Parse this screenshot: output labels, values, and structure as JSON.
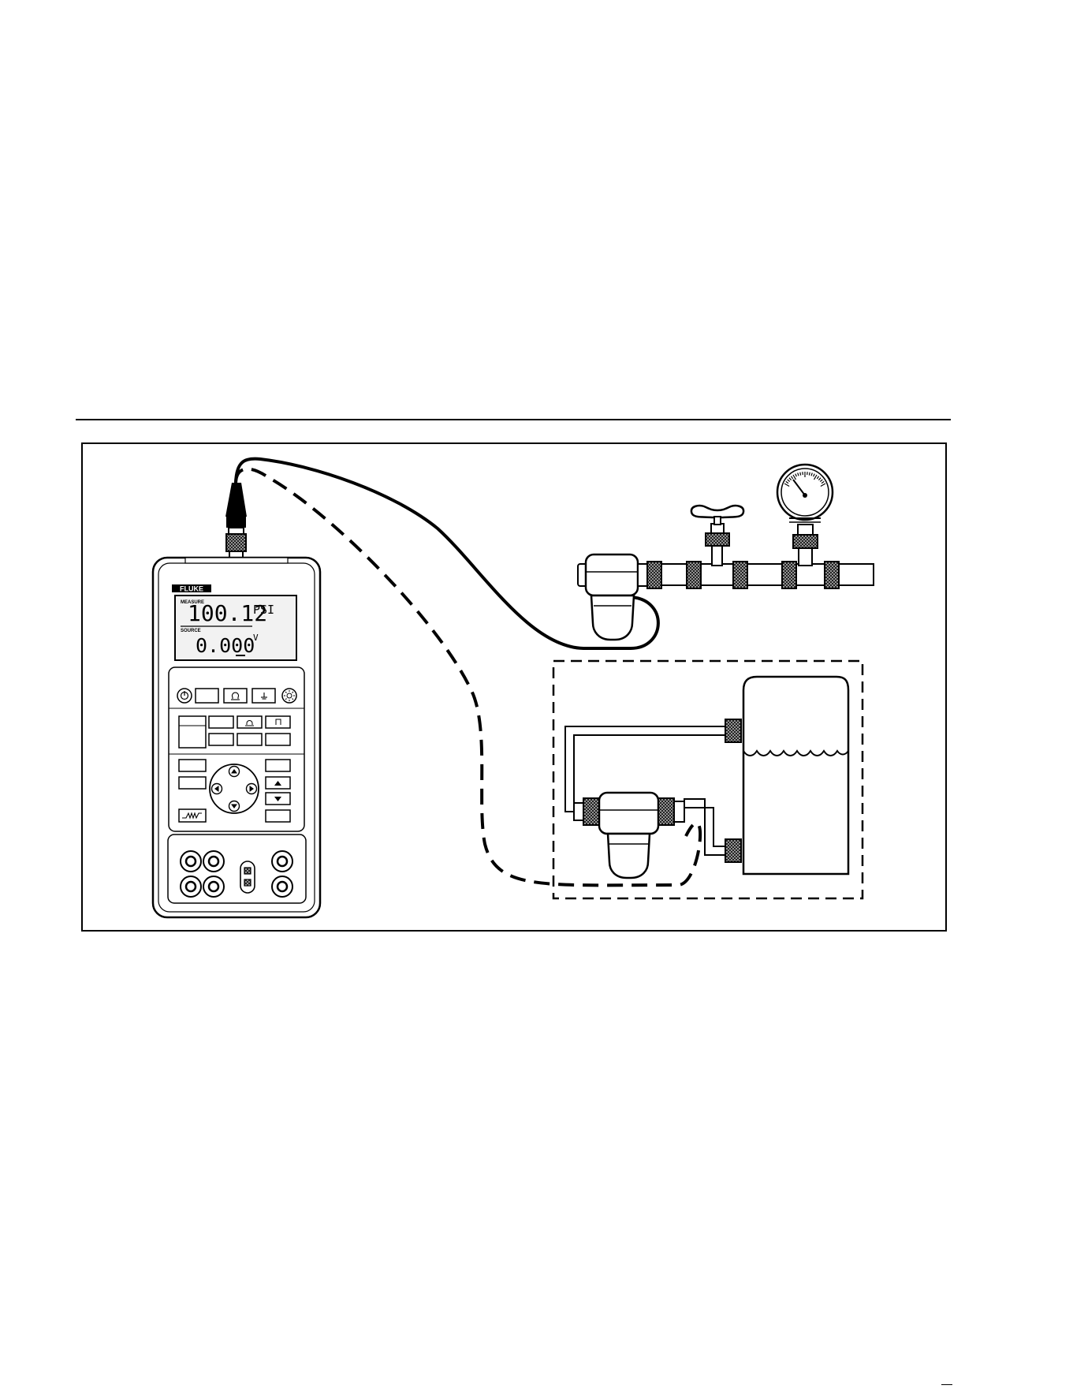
{
  "calibrator": {
    "brand": "FLUKE",
    "measure_label": "MEASURE",
    "measure_value": "100.12",
    "measure_unit": "PSI",
    "source_label": "SOURCE",
    "source_value": "0.000",
    "source_unit": "V"
  },
  "colors": {
    "line": "#000000",
    "paper": "#ffffff",
    "hatch": "#333333",
    "lcd": "#f2f2f2"
  },
  "icons": [
    "power-icon",
    "ohm-icon",
    "ground-icon",
    "backlight-icon",
    "arrow-up-icon",
    "arrow-down-icon",
    "arrow-left-icon",
    "arrow-right-icon",
    "ramp-icon",
    "triangle-up-icon",
    "triangle-down-icon"
  ]
}
